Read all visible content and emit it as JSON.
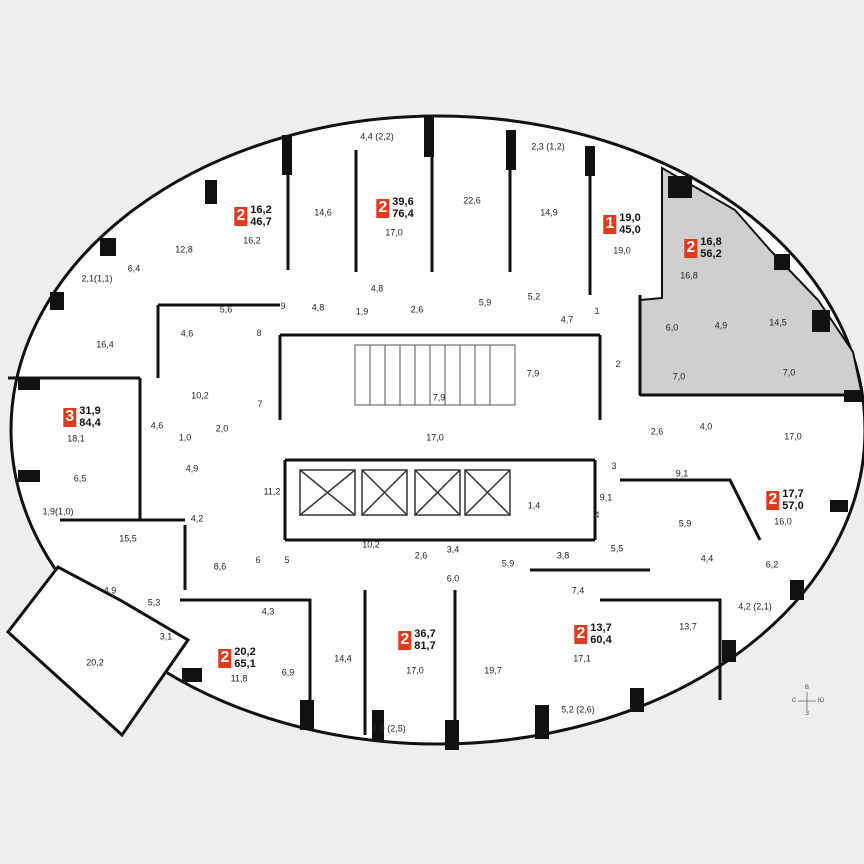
{
  "colors": {
    "wall": "#111111",
    "floor": "#ffffff",
    "highlight": "#cfcfcf",
    "badge": "#e03a1a",
    "background": "#eeeeee"
  },
  "apartments": [
    {
      "rooms": "2",
      "living": "16,2",
      "total": "46,7"
    },
    {
      "rooms": "2",
      "living": "39,6",
      "total": "76,4"
    },
    {
      "rooms": "1",
      "living": "19,0",
      "total": "45,0"
    },
    {
      "rooms": "2",
      "living": "16,8",
      "total": "56,2"
    },
    {
      "rooms": "3",
      "living": "31,9",
      "total": "84,4"
    },
    {
      "rooms": "2",
      "living": "17,7",
      "total": "57,0"
    },
    {
      "rooms": "2",
      "living": "20,2",
      "total": "65,1"
    },
    {
      "rooms": "2",
      "living": "36,7",
      "total": "81,7"
    },
    {
      "rooms": "2",
      "living": "13,7",
      "total": "60,4"
    }
  ],
  "room_areas": [
    "4,4 (2,2)",
    "2,3 (1,2)",
    "14,6",
    "16,2",
    "12,8",
    "17,0",
    "22,6",
    "14,9",
    "19,0",
    "16,8",
    "6,4",
    "2,1(1,1)",
    "4,8",
    "4,8",
    "1,9",
    "2,6",
    "5,9",
    "5,2",
    "4,7",
    "5,6",
    "4,6",
    "6,0",
    "4,9",
    "14,5",
    "16,4",
    "7,0",
    "7,0",
    "7,9",
    "10,2",
    "7,9",
    "4,6",
    "1,0",
    "2,0",
    "17,0",
    "2,6",
    "4,0",
    "17,0",
    "18,1",
    "4,9",
    "9,1",
    "6,5",
    "11,2",
    "4,2",
    "1,9(1,0)",
    "1,4",
    "9,1",
    "15,5",
    "10,2",
    "2,6",
    "3,4",
    "3,8",
    "5,5",
    "5,9",
    "16,0",
    "4,4",
    "6,0",
    "5,9",
    "6,2",
    "8,6",
    "7,4",
    "4,9",
    "5,3",
    "4,3",
    "4,2 (2,1)",
    "3,1",
    "13,7",
    "20,2",
    "14,4",
    "17,0",
    "19,7",
    "17,1",
    "11,8",
    "6,9",
    "5,2 (2,6)",
    "4,9 (2,5)"
  ],
  "door_numbers": [
    "1",
    "2",
    "3",
    "4",
    "5",
    "6",
    "7",
    "8",
    "9"
  ],
  "compass": {
    "north": "В",
    "west": "С",
    "east": "Ю",
    "south": "З"
  }
}
